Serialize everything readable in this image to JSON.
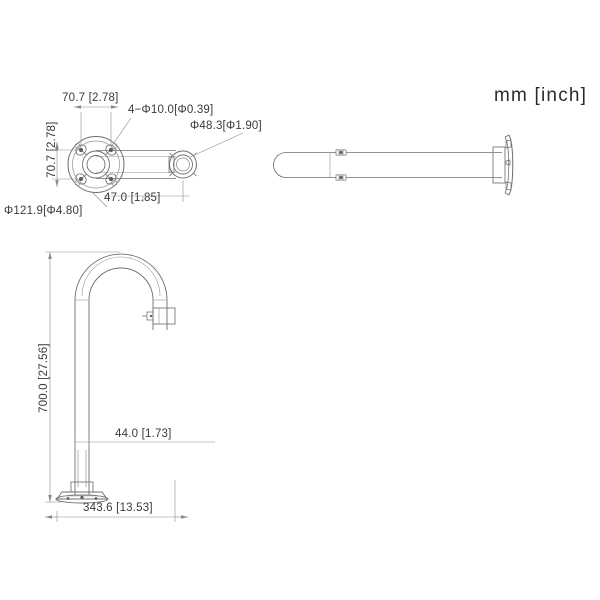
{
  "drawing": {
    "title": "Mounting bracket technical drawing",
    "units_note": "mm [inch]",
    "line_color": "#6f6f6f",
    "dim_line_color": "#8a8a8a",
    "text_color": "#3a3a3a",
    "background": "#ffffff"
  },
  "views": {
    "top_view": {
      "name": "top-view",
      "dimensions": {
        "bolt_spacing_vertical": "70.7 [2.78]",
        "bolt_spacing_horizontal": "70.7 [2.78]",
        "hole_callout": "4−Φ10.0[Φ0.39]",
        "pipe_diameter": "Φ48.3[Φ1.90]",
        "flange_diameter": "Φ121.9[Φ4.80]",
        "arm_length": "47.0 [1.85]"
      }
    },
    "side_view": {
      "name": "side-view"
    },
    "front_view": {
      "name": "front-elevation-view",
      "dimensions": {
        "overall_height": "700.0 [27.56]",
        "pole_diameter": "44.0 [1.73]",
        "overall_width": "343.6 [13.53]"
      }
    }
  },
  "labels": {
    "units": "mm [inch]"
  }
}
